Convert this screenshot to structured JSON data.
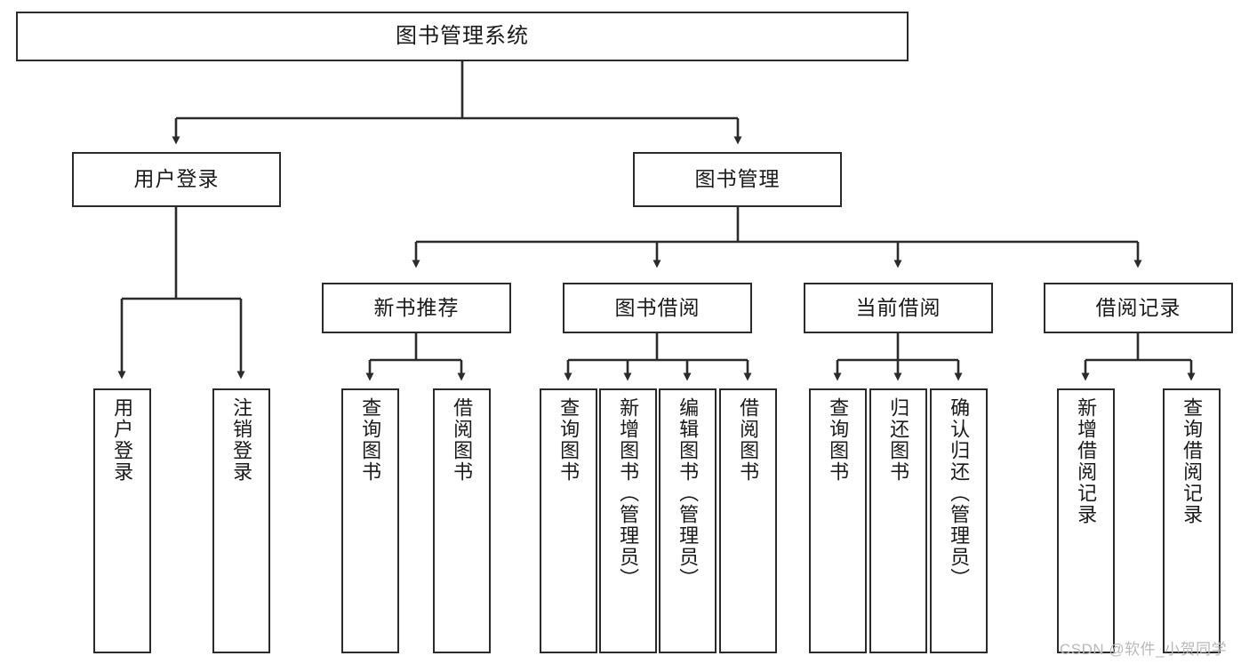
{
  "diagram": {
    "type": "tree",
    "title": "图书管理系统",
    "orientation": "top-down",
    "colors": {
      "stroke": "#2b2b2b",
      "fill": "#ffffff",
      "text": "#1a1a1a",
      "watermark": "#b9b9b9"
    },
    "levels": {
      "root": {
        "label": "图书管理系统"
      },
      "level2": [
        {
          "label": "用户登录"
        },
        {
          "label": "图书管理"
        }
      ],
      "level3": [
        {
          "label": "新书推荐"
        },
        {
          "label": "图书借阅"
        },
        {
          "label": "当前借阅"
        },
        {
          "label": "借阅记录"
        }
      ],
      "leaves": {
        "user_login": [
          {
            "label": "用户登录"
          },
          {
            "label": "注销登录"
          }
        ],
        "new_book": [
          {
            "label": "查询图书"
          },
          {
            "label": "借阅图书"
          }
        ],
        "book_borrow": [
          {
            "label": "查询图书"
          },
          {
            "label": "新增图书（管理员）"
          },
          {
            "label": "编辑图书（管理员）"
          },
          {
            "label": "借阅图书"
          }
        ],
        "current_borrow": [
          {
            "label": "查询图书"
          },
          {
            "label": "归还图书"
          },
          {
            "label": "确认归还（管理员）"
          }
        ],
        "borrow_record": [
          {
            "label": "新增借阅记录"
          },
          {
            "label": "查询借阅记录"
          }
        ]
      }
    },
    "edges": [
      {
        "from": "图书管理系统",
        "to": "用户登录"
      },
      {
        "from": "图书管理系统",
        "to": "图书管理"
      },
      {
        "from": "用户登录",
        "to": "用户登录"
      },
      {
        "from": "用户登录",
        "to": "注销登录"
      },
      {
        "from": "图书管理",
        "to": "新书推荐"
      },
      {
        "from": "图书管理",
        "to": "图书借阅"
      },
      {
        "from": "图书管理",
        "to": "当前借阅"
      },
      {
        "from": "图书管理",
        "to": "借阅记录"
      },
      {
        "from": "新书推荐",
        "to": "查询图书"
      },
      {
        "from": "新书推荐",
        "to": "借阅图书"
      },
      {
        "from": "图书借阅",
        "to": "查询图书"
      },
      {
        "from": "图书借阅",
        "to": "新增图书（管理员）"
      },
      {
        "from": "图书借阅",
        "to": "编辑图书（管理员）"
      },
      {
        "from": "图书借阅",
        "to": "借阅图书"
      },
      {
        "from": "当前借阅",
        "to": "查询图书"
      },
      {
        "from": "当前借阅",
        "to": "归还图书"
      },
      {
        "from": "当前借阅",
        "to": "确认归还（管理员）"
      },
      {
        "from": "借阅记录",
        "to": "新增借阅记录"
      },
      {
        "from": "借阅记录",
        "to": "查询借阅记录"
      }
    ]
  },
  "watermark": {
    "text": "CSDN @软件_小贺同学"
  }
}
